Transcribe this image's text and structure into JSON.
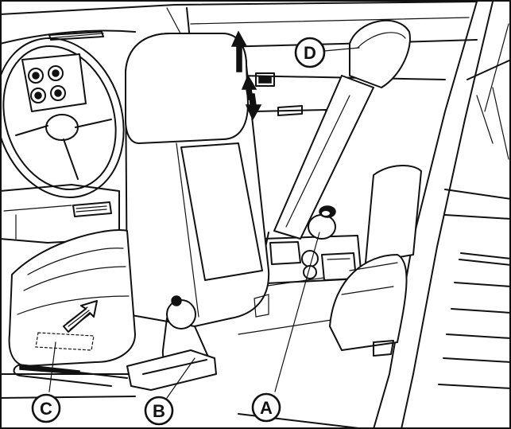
{
  "callouts": {
    "a": "A",
    "b": "B",
    "c": "C",
    "d": "D"
  },
  "colors": {
    "ink": "#111111",
    "paper": "#ffffff"
  }
}
